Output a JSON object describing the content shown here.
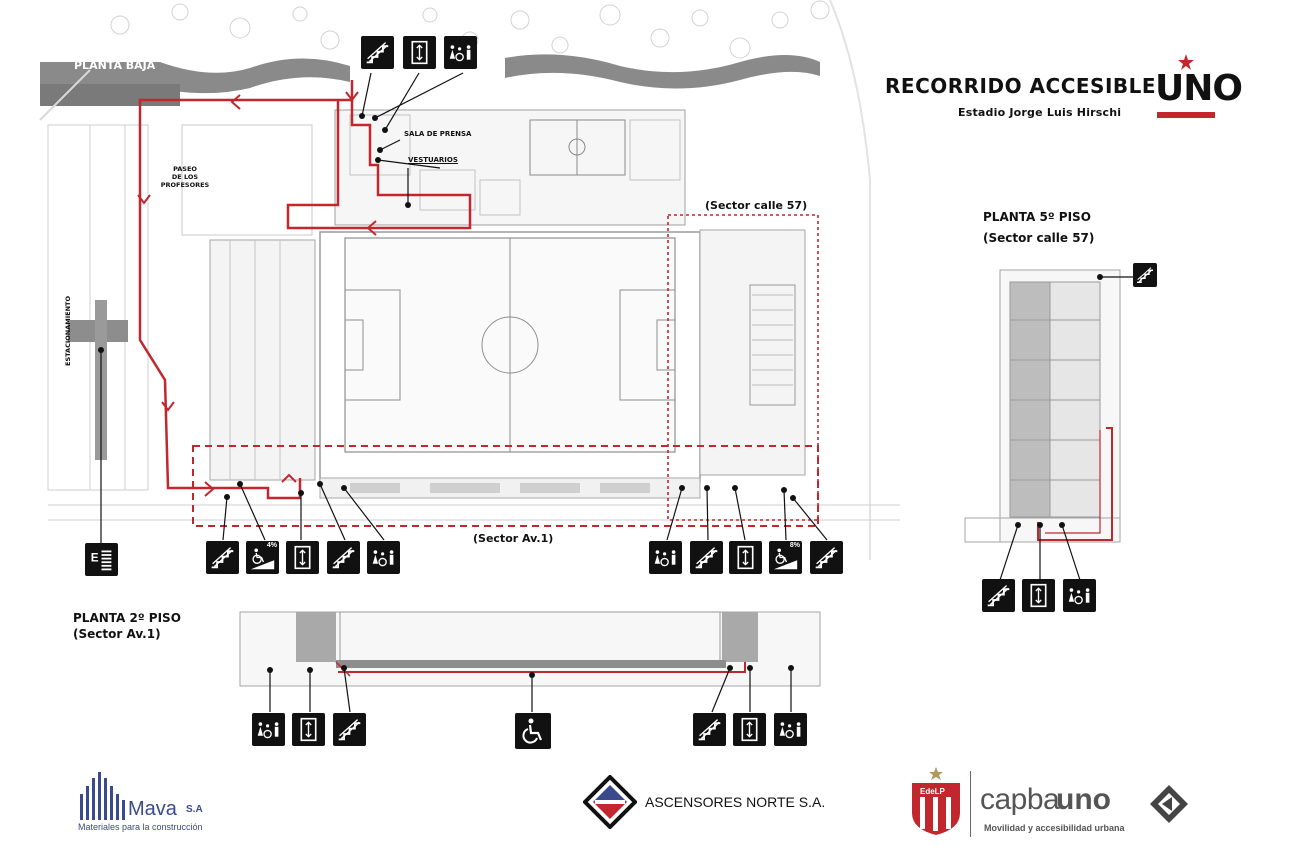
{
  "header": {
    "title": "RECORRIDO ACCESIBLE",
    "subtitle": "Estadio Jorge Luis Hirschi",
    "brand_logo_text": "UNO"
  },
  "plans": {
    "ground": {
      "title": "PLANTA BAJA"
    },
    "second": {
      "title": "PLANTA 2º PISO",
      "sector": "(Sector Av.1)"
    },
    "fifth": {
      "title": "PLANTA 5º PISO",
      "sector": "(Sector calle 57)"
    }
  },
  "map_labels": {
    "sala_prensa": "SALA DE PRENSA",
    "vestuarios": "VESTUARIOS",
    "paseo_line1": "PASEO",
    "paseo_line2": "DE LOS",
    "paseo_line3": "PROFESORES",
    "estacionamiento": "ESTACIONAMIENTO",
    "sector_calle57": "(Sector calle 57)",
    "sector_av1": "(Sector Av.1)",
    "ramp_pct_left": "4%",
    "ramp_pct_right": "8%"
  },
  "legend": {
    "stairs": "stairs-icon",
    "elevator": "elevator-icon",
    "restroom": "accessible-restroom-icon",
    "ramp": "ramp-icon",
    "wheelchair": "wheelchair-icon",
    "parking": "parking-icon"
  },
  "sponsors": {
    "mava_name": "Mava",
    "mava_suffix": "S.A",
    "mava_tagline": "Materiales para la construcción",
    "ascensores": "ASCENSORES NORTE S.A.",
    "capba_part1": "capba",
    "capba_part2": "uno",
    "capba_tagline": "Movilidad y accesibilidad urbana",
    "edelp": "EdeLP"
  },
  "colors": {
    "route": "#c1272d",
    "icon_bg": "#111111",
    "brand_red": "#c1272d"
  }
}
